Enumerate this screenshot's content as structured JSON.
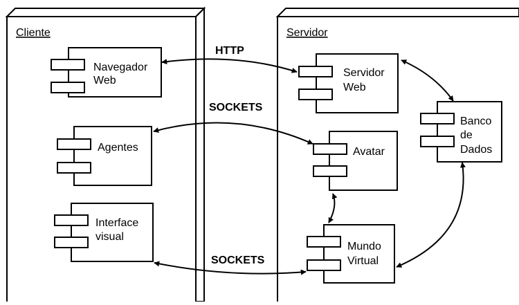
{
  "nodes": {
    "cliente": {
      "title": "Cliente"
    },
    "servidor": {
      "title": "Servidor"
    }
  },
  "components": {
    "navegador": {
      "lines": [
        "Navegador",
        "Web"
      ]
    },
    "agentes": {
      "lines": [
        "Agentes"
      ]
    },
    "interface": {
      "lines": [
        "Interface",
        "visual"
      ]
    },
    "servidor_web": {
      "lines": [
        "Servidor",
        "Web"
      ]
    },
    "avatar": {
      "lines": [
        "Avatar"
      ]
    },
    "banco": {
      "lines": [
        "Banco",
        "de",
        "Dados"
      ]
    },
    "mundo": {
      "lines": [
        "Mundo",
        "Virtual"
      ]
    }
  },
  "connections": {
    "http": "HTTP",
    "sockets_top": "SOCKETS",
    "sockets_bottom": "SOCKETS"
  }
}
